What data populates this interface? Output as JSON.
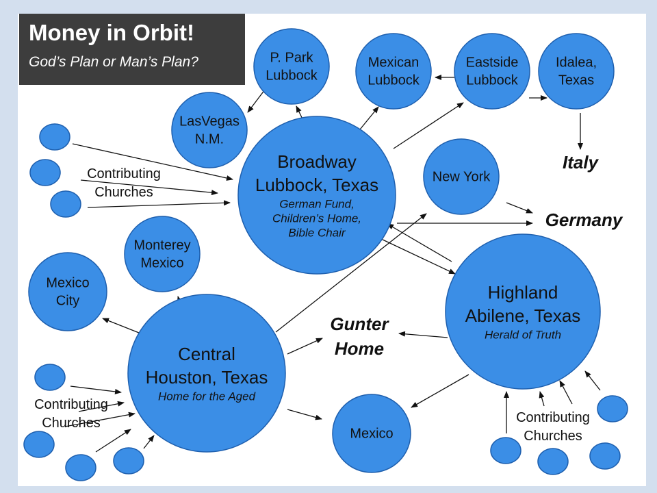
{
  "title": "Money in Orbit!",
  "subtitle": "God’s Plan or Man’s Plan?",
  "colors": {
    "node_fill": "#3b8ee6",
    "node_stroke": "#1e5fae",
    "text": "#111111",
    "title_bg": "#3d3d3d"
  },
  "nodes": [
    {
      "id": "ppark",
      "lines": [
        "P. Park",
        "Lubbock"
      ]
    },
    {
      "id": "lasvegas",
      "lines": [
        "LasVegas",
        "N.M."
      ]
    },
    {
      "id": "mexican",
      "lines": [
        "Mexican",
        "Lubbock"
      ]
    },
    {
      "id": "eastside",
      "lines": [
        "Eastside",
        "Lubbock"
      ]
    },
    {
      "id": "idalea",
      "lines": [
        "Idalea,",
        "Texas"
      ]
    },
    {
      "id": "broadway",
      "lines": [
        "Broadway",
        "Lubbock, Texas"
      ],
      "italic": [
        "German Fund,",
        "Children’s Home,",
        "Bible Chair"
      ]
    },
    {
      "id": "newyork",
      "lines": [
        "New York"
      ]
    },
    {
      "id": "monterey",
      "lines": [
        "Monterey",
        "Mexico"
      ]
    },
    {
      "id": "mexicocity",
      "lines": [
        "Mexico",
        "City"
      ]
    },
    {
      "id": "central",
      "lines": [
        "Central",
        "Houston, Texas"
      ],
      "italic": [
        "Home for the Aged"
      ]
    },
    {
      "id": "highland",
      "lines": [
        "Highland",
        "Abilene, Texas"
      ],
      "italic": [
        "Herald of Truth"
      ]
    },
    {
      "id": "mexico",
      "lines": [
        "Mexico"
      ]
    }
  ],
  "destinations": [
    {
      "id": "italy",
      "label": "Italy"
    },
    {
      "id": "germany",
      "label": "Germany"
    },
    {
      "id": "gunter",
      "lines": [
        "Gunter",
        "Home"
      ]
    }
  ],
  "contributing_labels": [
    {
      "id": "contrib-broadway",
      "lines": [
        "Contributing",
        "Churches"
      ]
    },
    {
      "id": "contrib-central",
      "lines": [
        "Contributing",
        "Churches"
      ]
    },
    {
      "id": "contrib-highland",
      "lines": [
        "Contributing",
        "Churches"
      ]
    }
  ]
}
